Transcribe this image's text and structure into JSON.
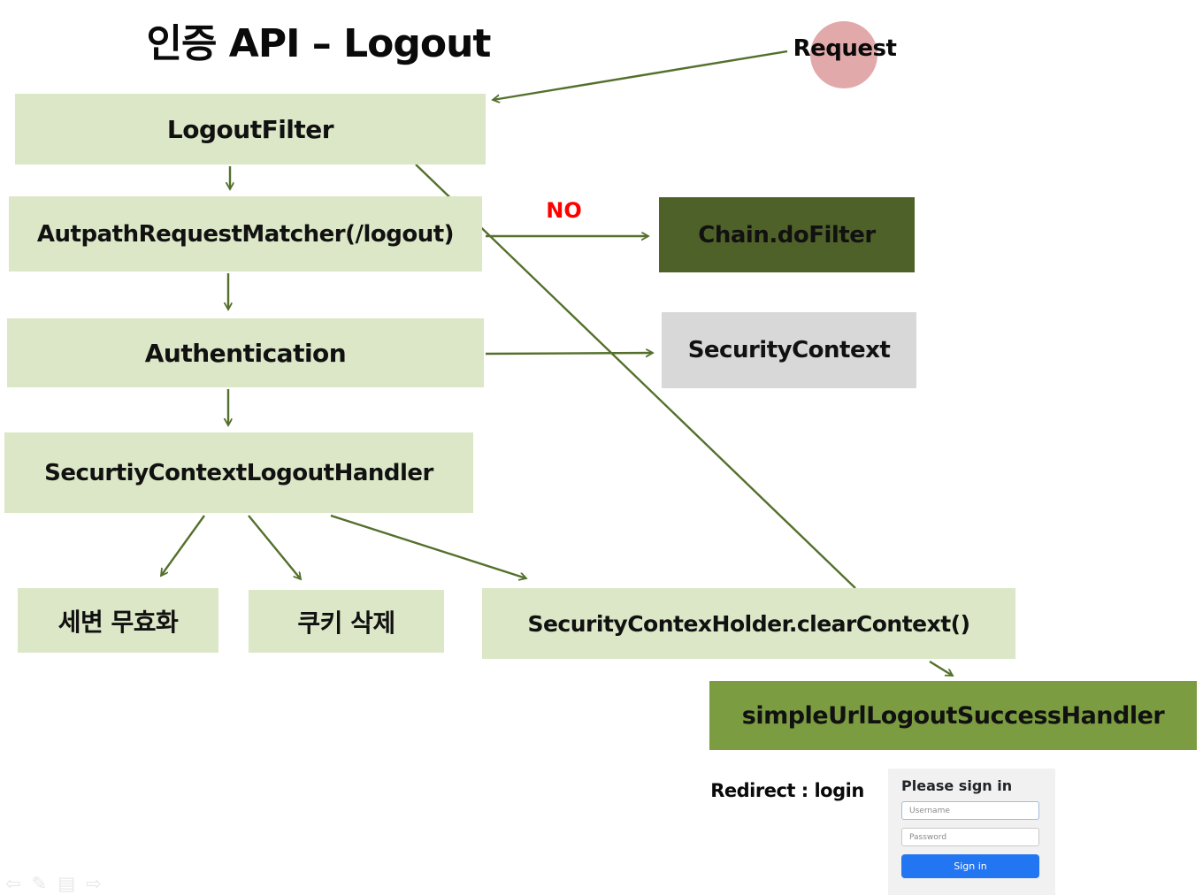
{
  "title": "인증 API – Logout",
  "request_node": {
    "label": "Request"
  },
  "flow_nodes": {
    "logout_filter": {
      "label": "LogoutFilter"
    },
    "request_matcher": {
      "label": "AutpathRequestMatcher(/logout)"
    },
    "chain_do_filter": {
      "label": "Chain.doFilter"
    },
    "authentication": {
      "label": "Authentication"
    },
    "security_context": {
      "label": "SecurityContext"
    },
    "logout_handler": {
      "label": "SecurtiyContextLogoutHandler"
    },
    "session_invalidate": {
      "label": "세변 무효화"
    },
    "cookie_delete": {
      "label": "쿠키 삭제"
    },
    "clear_context": {
      "label": "SecurityContexHolder.clearContext()"
    },
    "success_handler": {
      "label": "simpleUrlLogoutSuccessHandler"
    }
  },
  "edge_labels": {
    "no": "NO"
  },
  "redirect_label": "Redirect : login",
  "login_form": {
    "heading": "Please sign in",
    "username_placeholder": "Username",
    "password_placeholder": "Password",
    "sign_in_label": "Sign in"
  },
  "toolbar": {
    "icons": [
      "prev-slide-arrow",
      "pen",
      "slide-list",
      "next-slide-arrow"
    ],
    "glyphs": {
      "prev": "⇦",
      "pen": "✎",
      "list": "▤",
      "next": "⇨"
    }
  },
  "colors": {
    "light_green_box": "#dbe7c6",
    "dark_olive_box": "#4e6128",
    "mid_green_box": "#7b9c41",
    "gray_box": "#d8d8d8",
    "arrow_green": "#54702c",
    "request_pink": "#e2a9ab",
    "no_red": "#ff0000",
    "sign_in_blue": "#2276f2"
  }
}
